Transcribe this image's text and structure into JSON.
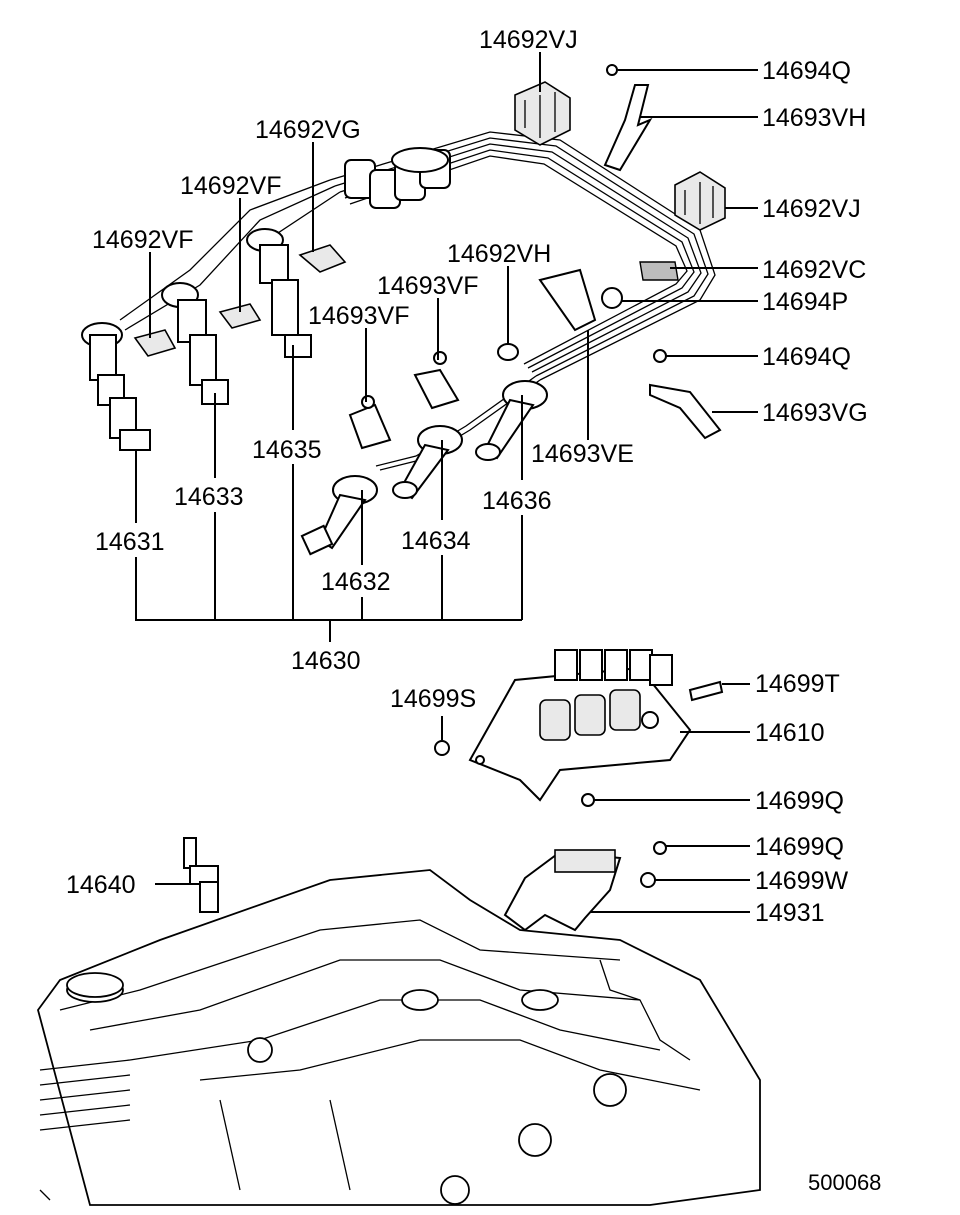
{
  "diagram_id": "500068",
  "labels": {
    "p14692vj_top": "14692VJ",
    "p14694q_top": "14694Q",
    "p14693vh": "14693VH",
    "p14692vg": "14692VG",
    "p14692vj_right": "14692VJ",
    "p14692vf_a": "14692VF",
    "p14692vf_b": "14692VF",
    "p14692vc": "14692VC",
    "p14692vh": "14692VH",
    "p14693vf_a": "14693VF",
    "p14693vf_b": "14693VF",
    "p14694p": "14694P",
    "p14694q_mid": "14694Q",
    "p14693vg": "14693VG",
    "p14635": "14635",
    "p14693ve": "14693VE",
    "p14633": "14633",
    "p14636": "14636",
    "p14631": "14631",
    "p14634": "14634",
    "p14632": "14632",
    "p14630": "14630",
    "p14699t": "14699T",
    "p14699s": "14699S",
    "p14610": "14610",
    "p14699q_a": "14699Q",
    "p14699q_b": "14699Q",
    "p14640": "14640",
    "p14699w": "14699W",
    "p14931": "14931"
  }
}
